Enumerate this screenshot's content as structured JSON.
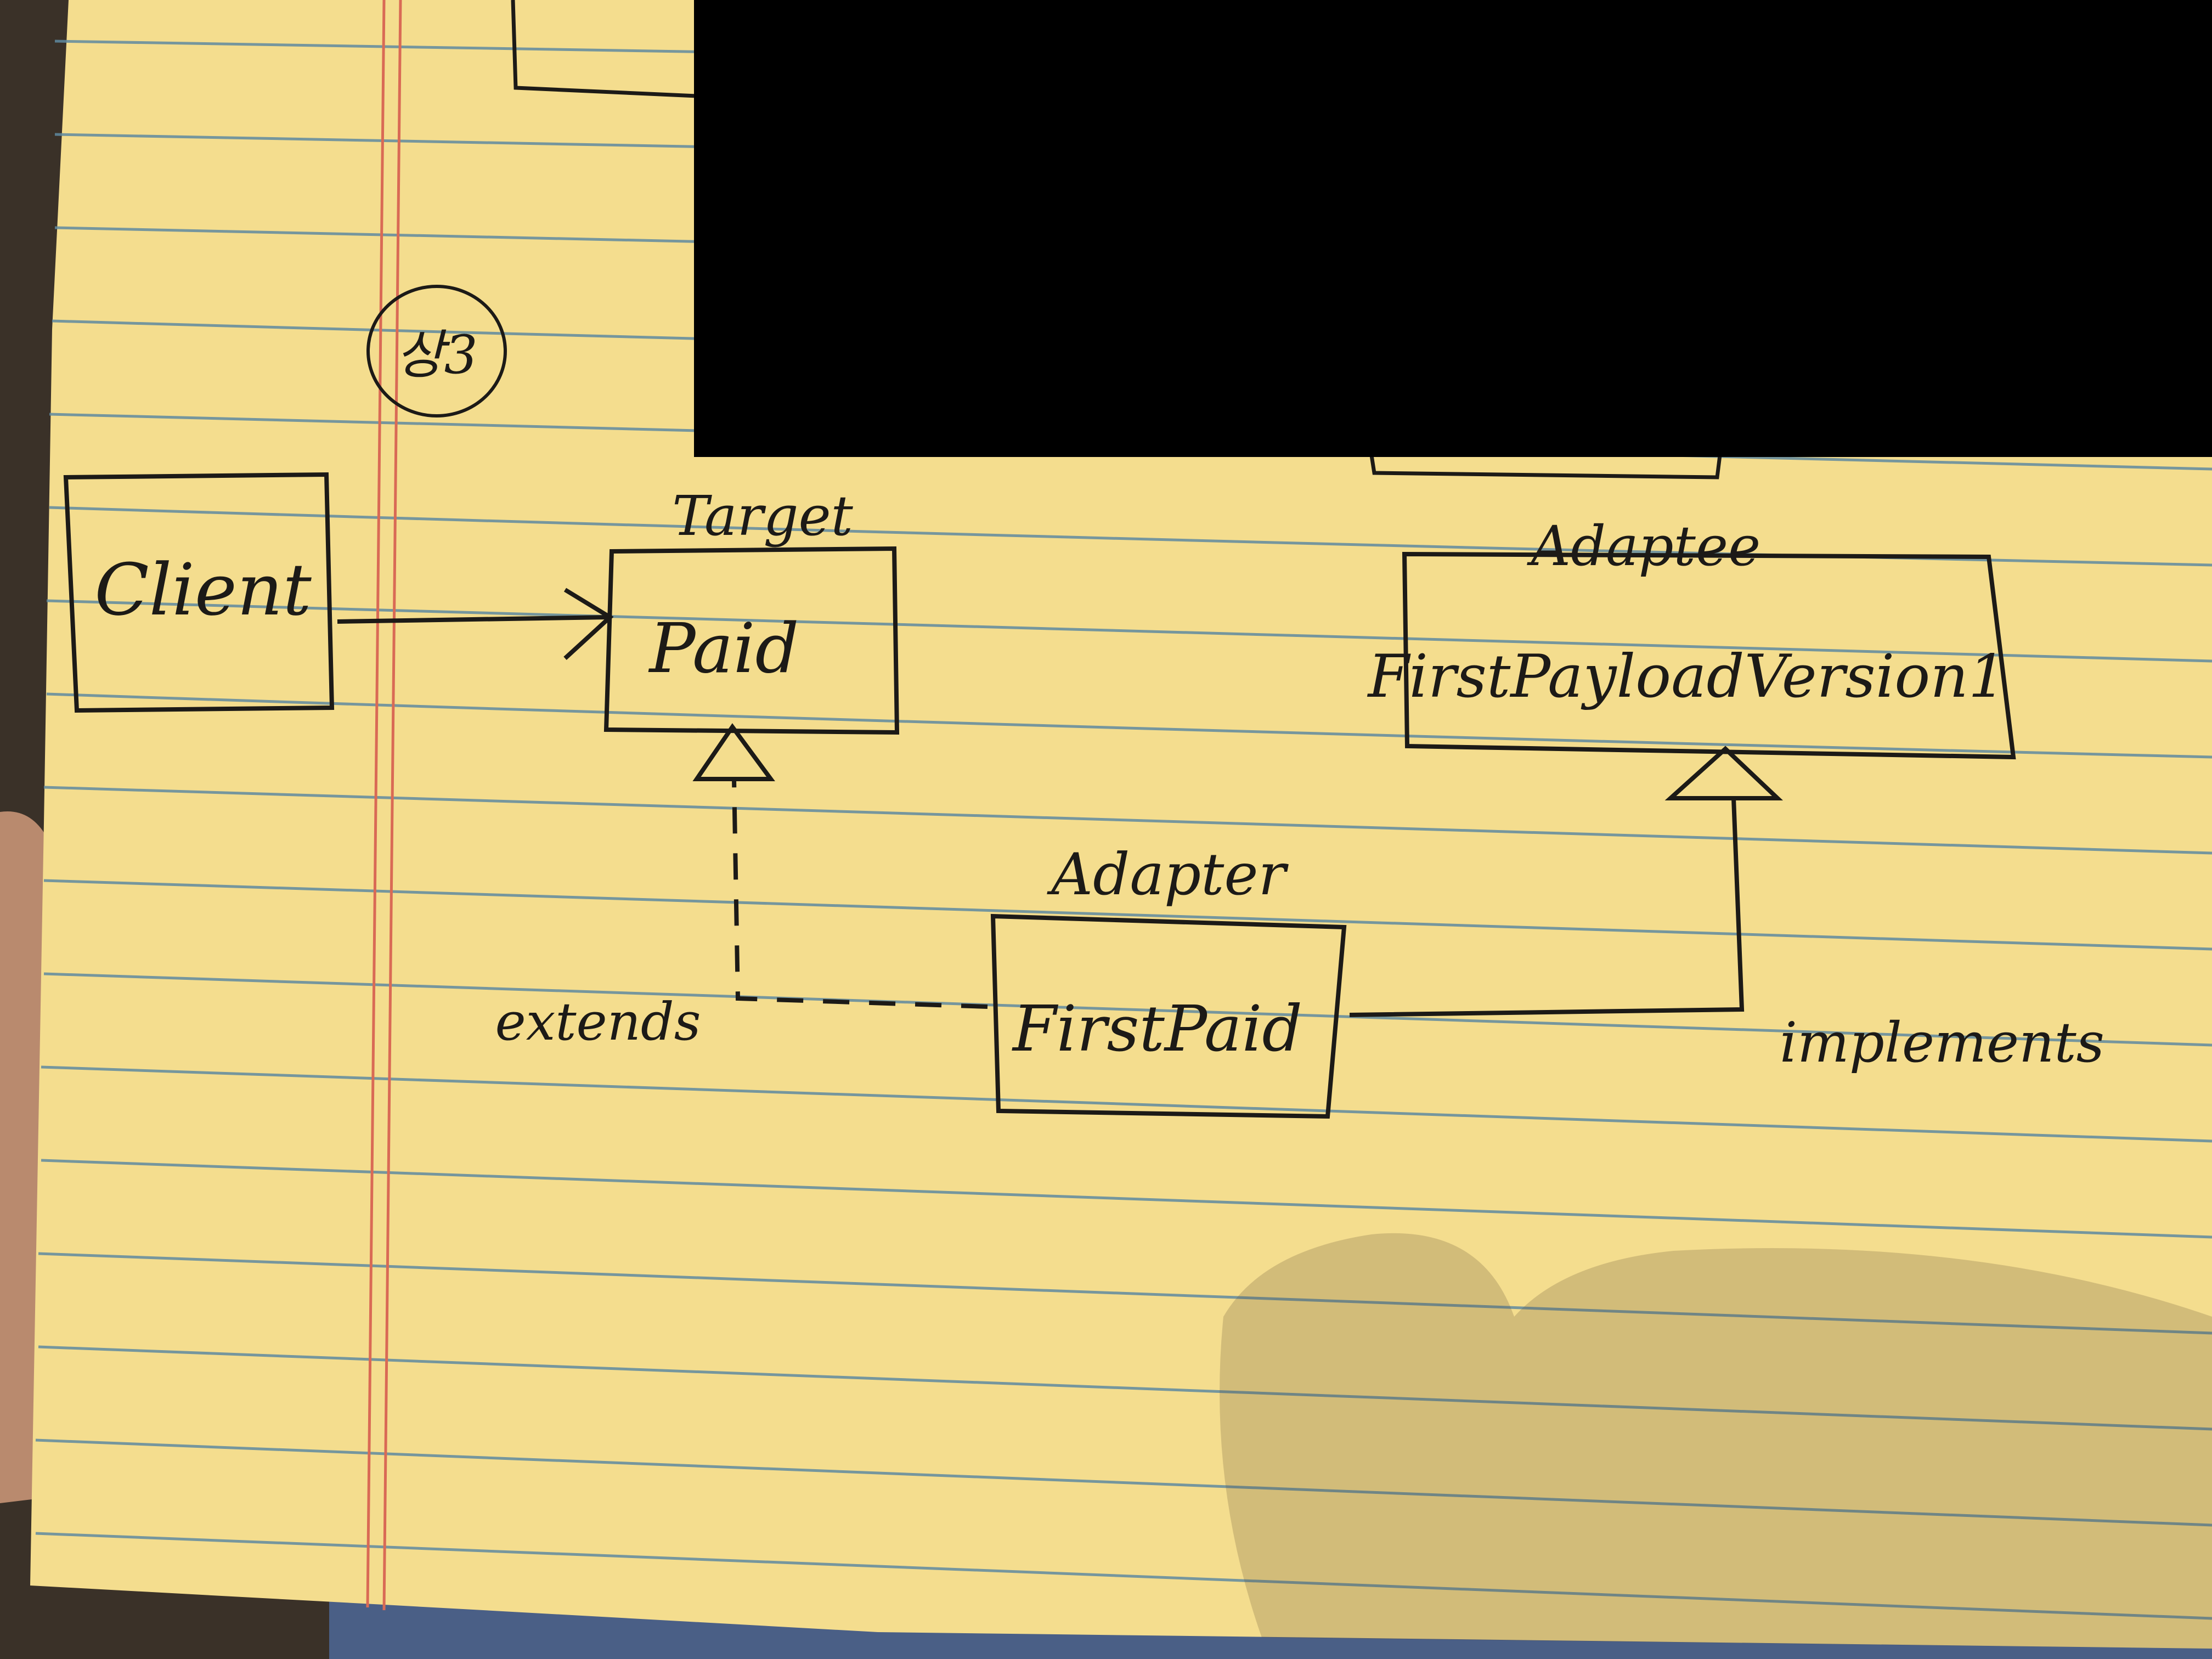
{
  "colors": {
    "paper": "#f4dd8e",
    "rule_line": "#5f8aa0",
    "margin_line": "#d96a55",
    "ink": "#1c1a17",
    "redaction": "#000000",
    "background": "#3a3128",
    "skin": "#b98a6e",
    "shadow": "#5a4a33"
  },
  "page_stamp": {
    "text": "상3"
  },
  "diagram": {
    "nodes": [
      {
        "id": "client",
        "role": "",
        "label": "Client"
      },
      {
        "id": "target",
        "role": "Target",
        "label": "Paid"
      },
      {
        "id": "adaptee",
        "role": "Adaptee",
        "label": "FirstPayloadVersion1"
      },
      {
        "id": "adapter",
        "role": "Adapter",
        "label": "FirstPaid"
      }
    ],
    "edges": [
      {
        "from": "client",
        "to": "target",
        "style": "solid",
        "arrow": "open",
        "label": ""
      },
      {
        "from": "adapter",
        "to": "target",
        "style": "dashed",
        "arrow": "hollow-triangle",
        "label": "extends"
      },
      {
        "from": "adapter",
        "to": "adaptee",
        "style": "solid",
        "arrow": "hollow-triangle",
        "label": "implements"
      }
    ]
  }
}
